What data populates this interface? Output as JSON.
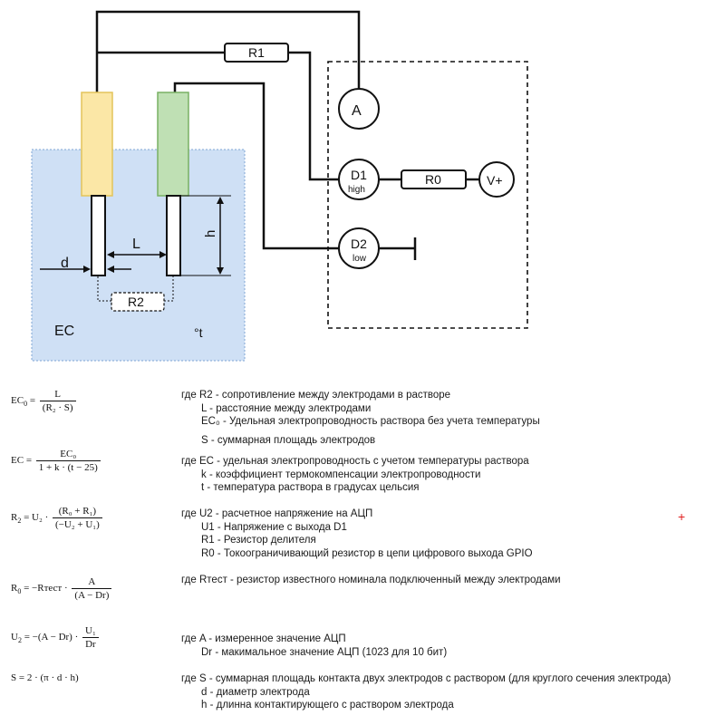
{
  "diagram": {
    "r1": "R1",
    "a": "A",
    "d1": "D1",
    "d1_sub": "high",
    "r0": "R0",
    "v_plus": "V+",
    "d2": "D2",
    "d2_sub": "low",
    "l": "L",
    "d": "d",
    "h": "h",
    "r2": "R2",
    "ec": "EC",
    "temp": "°t"
  },
  "formulas": [
    {
      "lhs": "EC",
      "lhs_sub": "0",
      "eq": " = ",
      "num": "L",
      "den": "(R₂ · S)",
      "lines": [
        {
          "text": "где R2 - сопротивление между электродами в растворе"
        },
        {
          "text": "L - расстояние между электродами"
        },
        {
          "text": "EC₀ - Удельная электропроводность раствора без учета температуры"
        },
        {
          "text": "S - суммарная площадь электродов"
        }
      ]
    },
    {
      "lhs": "EC",
      "lhs_sub": "",
      "eq": " = ",
      "num": "EC₀",
      "den": "1 + k · (t − 25)",
      "lines": [
        {
          "text": "где EC - удельная электропроводность с учетом температуры раствора"
        },
        {
          "text": "k - коэффициент термокомпенсации электропроводности"
        },
        {
          "text": "t - температура раствора в градусах цельсия"
        }
      ]
    },
    {
      "lhs": "R",
      "lhs_sub": "2",
      "eq": " = U₂ · ",
      "num": "(R₀ + R₁)",
      "den": "(−U₂ + U₁)",
      "lines": [
        {
          "text": "где U2 - расчетное напряжение на АЦП"
        },
        {
          "text": "U1 - Напряжение с выхода D1"
        },
        {
          "text": "R1 - Резистор делителя"
        },
        {
          "text": "R0 - Токоограничивающий резистор в цепи цифрового выхода GPIO"
        }
      ]
    },
    {
      "lhs": "R",
      "lhs_sub": "0",
      "eq": " = −Rтест · ",
      "num": "A",
      "den": "(A − Dr)",
      "lines": [
        {
          "text": "где  Rтест - резистор известного номинала подключенный между электродами"
        }
      ]
    },
    {
      "lhs": "U",
      "lhs_sub": "2",
      "eq": " = −(A − Dr) · ",
      "num": "U₁",
      "den": "Dr",
      "lines": [
        {
          "text": "где A - измеренное значение АЦП"
        },
        {
          "text": "Dr - макимальное значение АЦП (1023 для 10 бит)"
        }
      ]
    },
    {
      "lhs": "S",
      "lhs_sub": "",
      "eq": " = 2 · (π · d · h)",
      "num": "",
      "den": "",
      "lines": [
        {
          "text": "где S - суммарная площадь контакта двух электродов с раствором (для круглого сечения электрода)"
        },
        {
          "text": "d - диаметр электрода"
        },
        {
          "text": "h - длинна контактирующего с раствором электрода"
        }
      ]
    }
  ],
  "plus_mark": "+",
  "colors": {
    "solution_fill": "#cfe0f5",
    "solution_border": "#7fa6d4",
    "probe_left_fill": "#fbe7a6",
    "probe_left_border": "#e3c45a",
    "probe_right_fill": "#bfe0b4",
    "probe_right_border": "#79b063",
    "wire": "#111111",
    "plus": "#e02020"
  }
}
